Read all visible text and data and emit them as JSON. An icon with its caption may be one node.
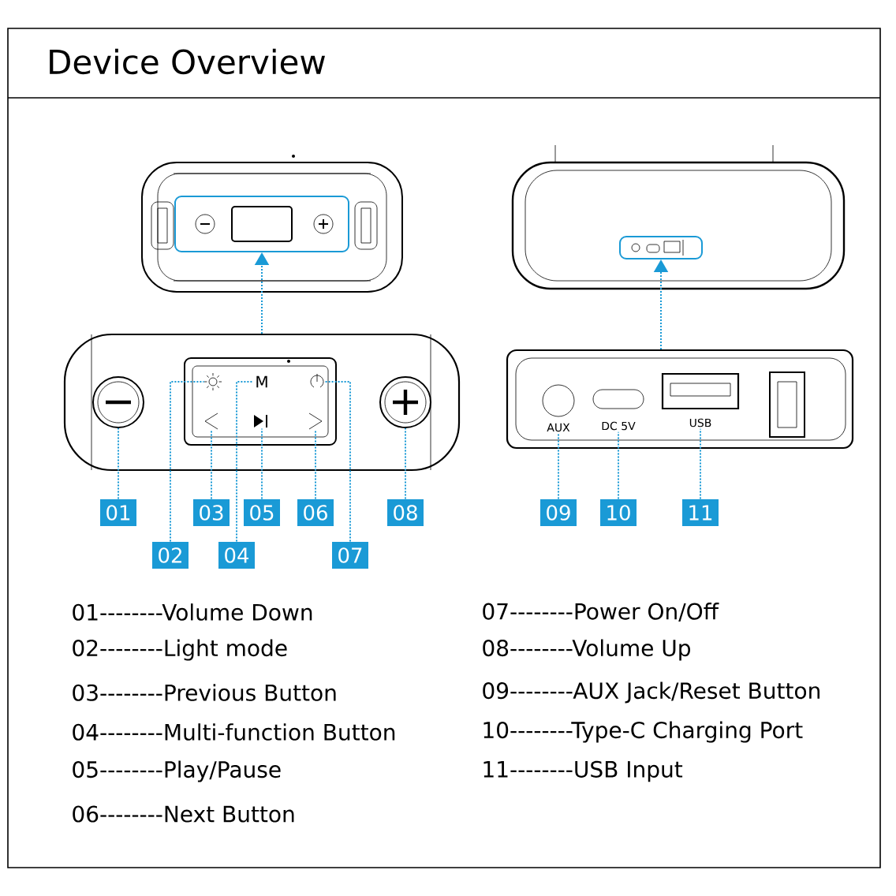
{
  "diagram": {
    "title": "Device Overview",
    "nodes": [
      {
        "text": [],
        "shape": "box"
      },
      {
        "text": [],
        "shape": "box"
      },
      {
        "text": [],
        "shape": "circle",
        "in": 1
      },
      {
        "text": [],
        "shape": "sun",
        "in": 1
      },
      {
        "text": [
          "M"
        ],
        "in": 1
      },
      {
        "text": [],
        "shape": "power",
        "in": 1
      },
      {
        "text": [],
        "shape": "chevron",
        "in": 1
      },
      {
        "text": [],
        "shape": "play",
        "in": 1
      },
      {
        "text": [],
        "shape": "chevron",
        "in": 1
      },
      {
        "text": [],
        "shape": "circle",
        "in": 1
      },
      {
        "text": [],
        "shape": "box"
      },
      {
        "text": [],
        "shape": "box"
      },
      {
        "text": [
          "AUX"
        ],
        "in": 11
      },
      {
        "text": [
          "DC 5V"
        ],
        "in": 11
      },
      {
        "text": [
          "USB"
        ],
        "in": 11
      },
      {
        "text": [
          "01"
        ]
      },
      {
        "text": [
          "02"
        ]
      },
      {
        "text": [
          "03"
        ]
      },
      {
        "text": [
          "04"
        ]
      },
      {
        "text": [
          "05"
        ]
      },
      {
        "text": [
          "06"
        ]
      },
      {
        "text": [
          "07"
        ]
      },
      {
        "text": [
          "08"
        ]
      },
      {
        "text": [
          "09"
        ]
      },
      {
        "text": [
          "10"
        ]
      },
      {
        "text": [
          "11"
        ]
      }
    ],
    "edges": [
      {
        "from": 1,
        "to": 0,
        "arrow": "to"
      },
      {
        "from": 11,
        "to": 10,
        "arrow": "to"
      },
      {
        "from": 15,
        "to": 2,
        "arrow": "none"
      },
      {
        "from": 16,
        "to": 3,
        "arrow": "none"
      },
      {
        "from": 17,
        "to": 6,
        "arrow": "none"
      },
      {
        "from": 18,
        "to": 4,
        "arrow": "none"
      },
      {
        "from": 19,
        "to": 7,
        "arrow": "none"
      },
      {
        "from": 20,
        "to": 8,
        "arrow": "none"
      },
      {
        "from": 21,
        "to": 5,
        "arrow": "none"
      },
      {
        "from": 22,
        "to": 9,
        "arrow": "none"
      },
      {
        "from": 23,
        "to": 12,
        "arrow": "none"
      },
      {
        "from": 24,
        "to": 13,
        "arrow": "none"
      },
      {
        "from": 25,
        "to": 14,
        "arrow": "none"
      }
    ],
    "labels": [
      "01--------Volume Down",
      "07--------Power On/Off",
      "02--------Light mode",
      "08--------Volume Up",
      "03--------Previous Button",
      "09--------AUX Jack/Reset Button",
      "04--------Multi-function Button",
      "10--------Type-C Charging Port",
      "05--------Play/Pause",
      "11--------USB Input",
      "06--------Next Button"
    ]
  }
}
